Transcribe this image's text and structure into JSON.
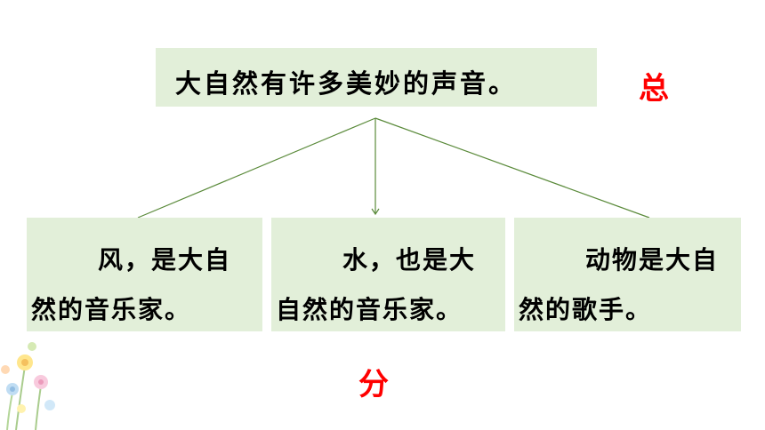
{
  "main_sentence": "大自然有许多美妙的声音。",
  "label_total": "总",
  "label_parts": "分",
  "sub_sentences": [
    {
      "line1": "风，是大自",
      "line2": "然的音乐家。"
    },
    {
      "line1": "水，也是大",
      "line2": "自然的音乐家。"
    },
    {
      "line1": "动物是大自",
      "line2": "然的歌手。"
    }
  ],
  "colors": {
    "box_fill": "#e2efd9",
    "line_color": "#5a8a3a",
    "label_color": "#ff0000"
  }
}
